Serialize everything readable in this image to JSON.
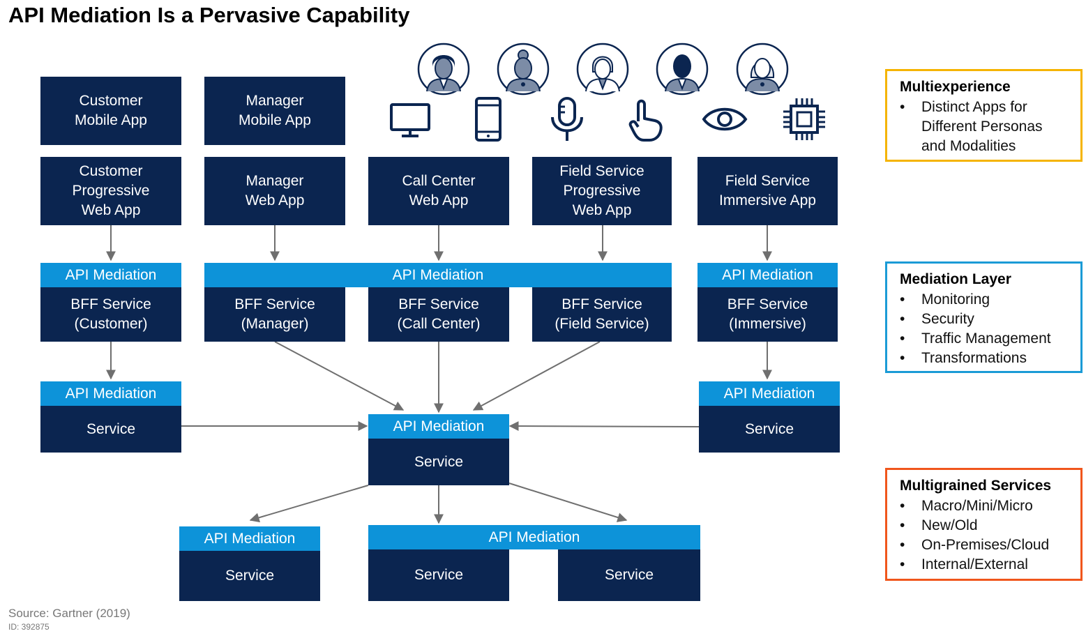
{
  "title": "API Mediation Is a Pervasive Capability",
  "colors": {
    "box": "#0b2550",
    "mediation": "#0d93d9",
    "arrow": "#6f6f6f",
    "multiexperience_border": "#f5b400",
    "mediation_border": "#1b9bd6",
    "services_border": "#f0561c"
  },
  "personas": [
    "person-icon",
    "person-icon",
    "person-icon",
    "person-icon",
    "person-icon"
  ],
  "devices": [
    "monitor-icon",
    "phone-icon",
    "microphone-icon",
    "touch-icon",
    "eye-icon",
    "chip-icon"
  ],
  "apps": {
    "customer_mobile": "Customer\nMobile App",
    "manager_mobile": "Manager\nMobile App",
    "customer_pwa": "Customer\nProgressive\nWeb App",
    "manager_web": "Manager\nWeb App",
    "call_center_web": "Call Center\nWeb App",
    "field_service_pwa": "Field Service\nProgressive\nWeb App",
    "field_service_immersive": "Field Service\nImmersive App"
  },
  "mediation_label": "API Mediation",
  "bff": {
    "customer": "BFF Service\n(Customer)",
    "manager": "BFF Service\n(Manager)",
    "call_center": "BFF Service\n(Call Center)",
    "field_service": "BFF Service\n(Field Service)",
    "immersive": "BFF Service\n(Immersive)"
  },
  "service_label": "Service",
  "legend": {
    "multiexperience": {
      "title": "Multiexperience",
      "items": [
        "Distinct Apps for Different Personas and Modalities"
      ]
    },
    "mediation_layer": {
      "title": "Mediation Layer",
      "items": [
        "Monitoring",
        "Security",
        "Traffic Management",
        "Transformations"
      ]
    },
    "multigrained": {
      "title": "Multigrained Services",
      "items": [
        "Macro/Mini/Micro",
        "New/Old",
        "On-Premises/Cloud",
        "Internal/External"
      ]
    }
  },
  "source": "Source: Gartner (2019)",
  "figure_id": "ID: 392875"
}
